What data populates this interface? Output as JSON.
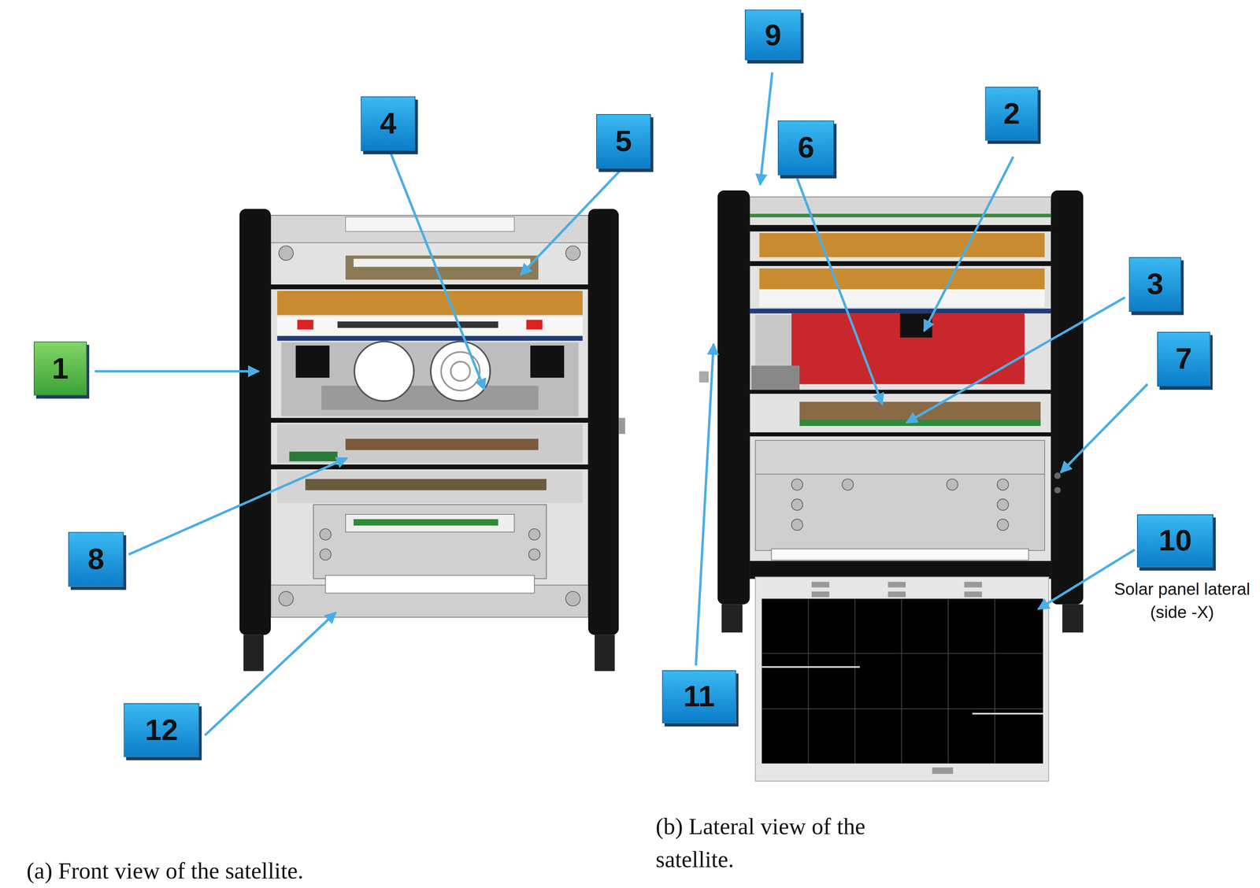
{
  "diagram": {
    "nodes": [
      {
        "text": [
          "9"
        ]
      },
      {
        "text": [
          "4"
        ]
      },
      {
        "text": [
          "5"
        ]
      },
      {
        "text": [
          "6"
        ]
      },
      {
        "text": [
          "2"
        ]
      },
      {
        "text": [
          "3"
        ]
      },
      {
        "text": [
          "1"
        ]
      },
      {
        "text": [
          "7"
        ]
      },
      {
        "text": [
          "10"
        ]
      },
      {
        "text": [
          "8"
        ]
      },
      {
        "text": [
          "11"
        ]
      },
      {
        "text": [
          "12"
        ]
      }
    ],
    "labels": [
      "Solar panel lateral (side -X)",
      "(a) Front view of the satellite.",
      "(b) Lateral view of the satellite."
    ]
  }
}
